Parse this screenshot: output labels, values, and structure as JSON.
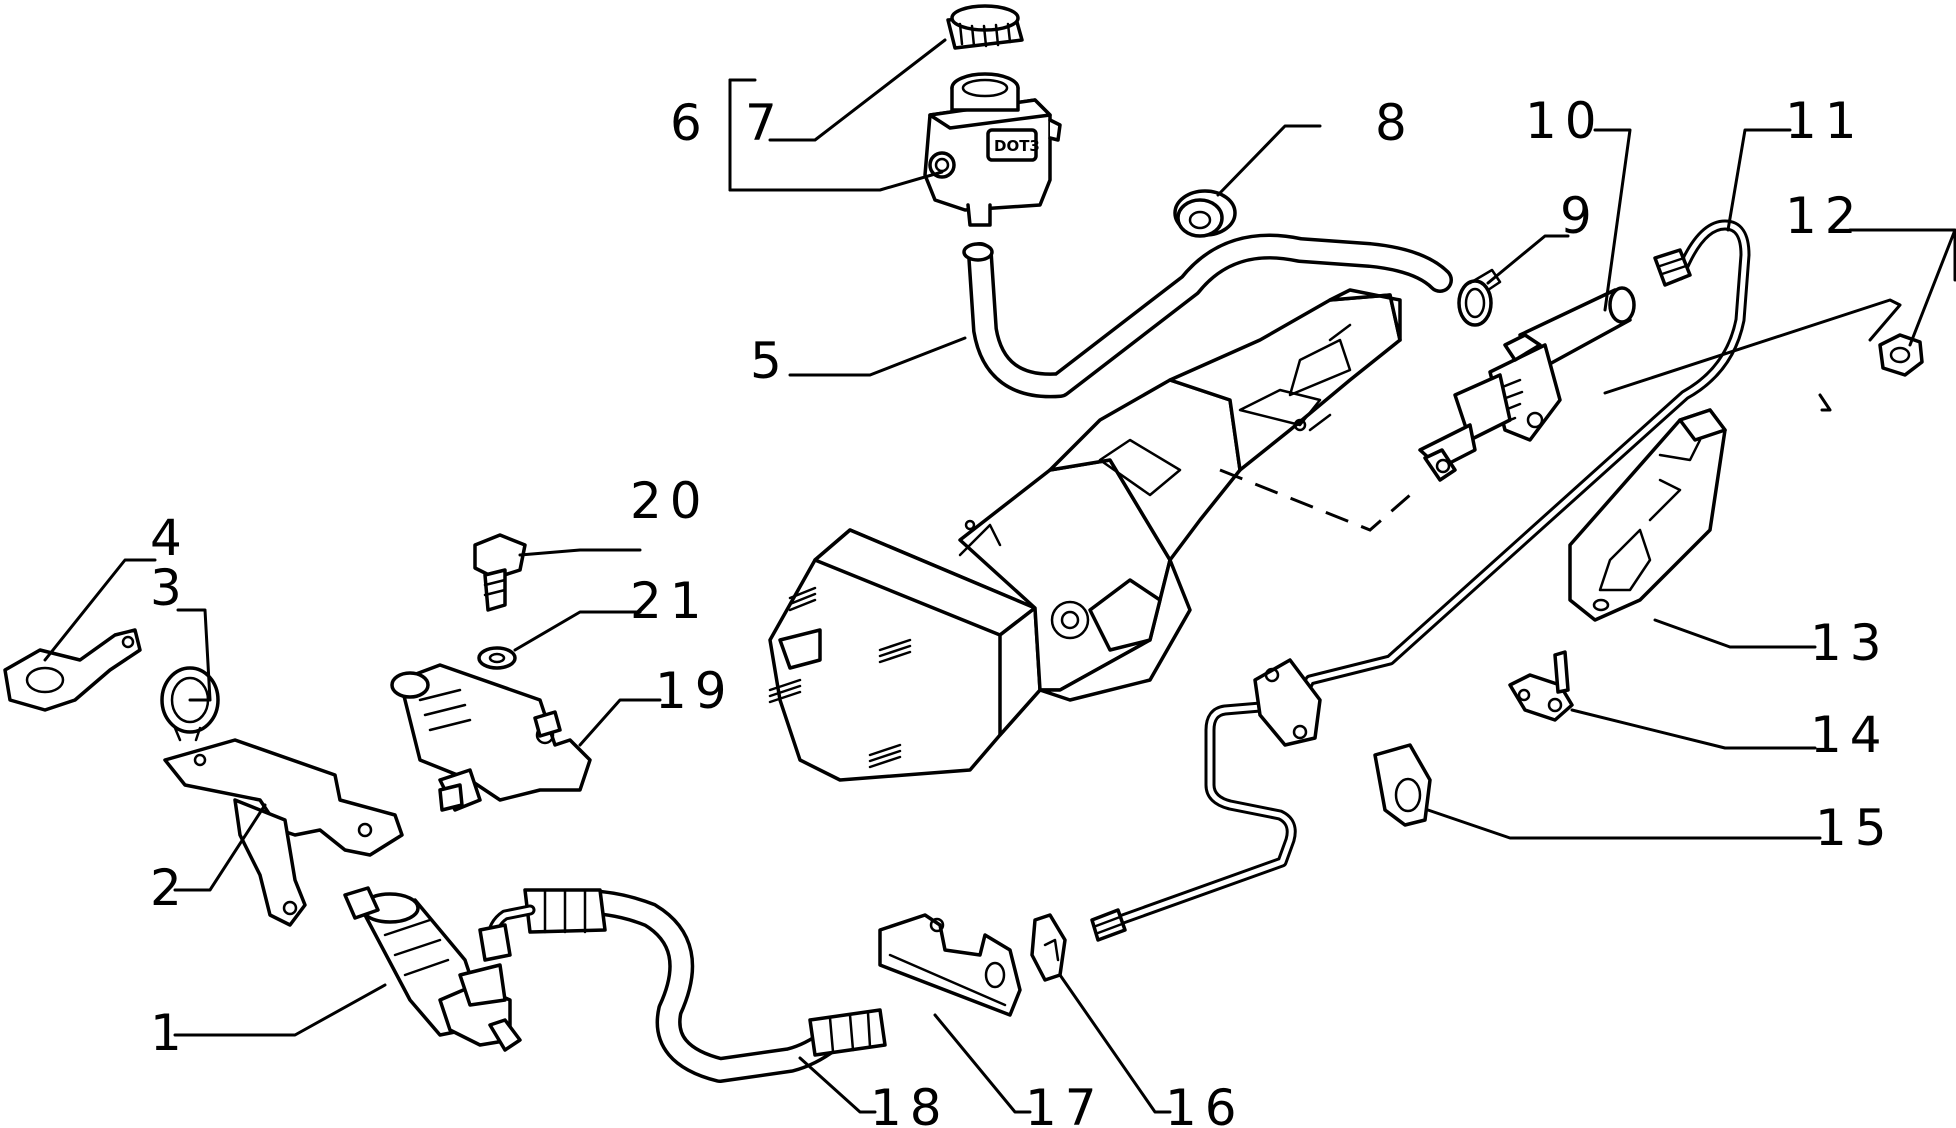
{
  "diagram": {
    "reservoir_marking": "DOT3",
    "callouts": [
      {
        "id": "1",
        "label": "1"
      },
      {
        "id": "2",
        "label": "2"
      },
      {
        "id": "3",
        "label": "3"
      },
      {
        "id": "4",
        "label": "4"
      },
      {
        "id": "5",
        "label": "5"
      },
      {
        "id": "6",
        "label": "6"
      },
      {
        "id": "7",
        "label": "7"
      },
      {
        "id": "8",
        "label": "8"
      },
      {
        "id": "9",
        "label": "9"
      },
      {
        "id": "10",
        "label": "10"
      },
      {
        "id": "11",
        "label": "11"
      },
      {
        "id": "12",
        "label": "12"
      },
      {
        "id": "13",
        "label": "13"
      },
      {
        "id": "14",
        "label": "14"
      },
      {
        "id": "15",
        "label": "15"
      },
      {
        "id": "16",
        "label": "16"
      },
      {
        "id": "17",
        "label": "17"
      },
      {
        "id": "18",
        "label": "18"
      },
      {
        "id": "19",
        "label": "19"
      },
      {
        "id": "20",
        "label": "20"
      },
      {
        "id": "21",
        "label": "21"
      }
    ]
  }
}
